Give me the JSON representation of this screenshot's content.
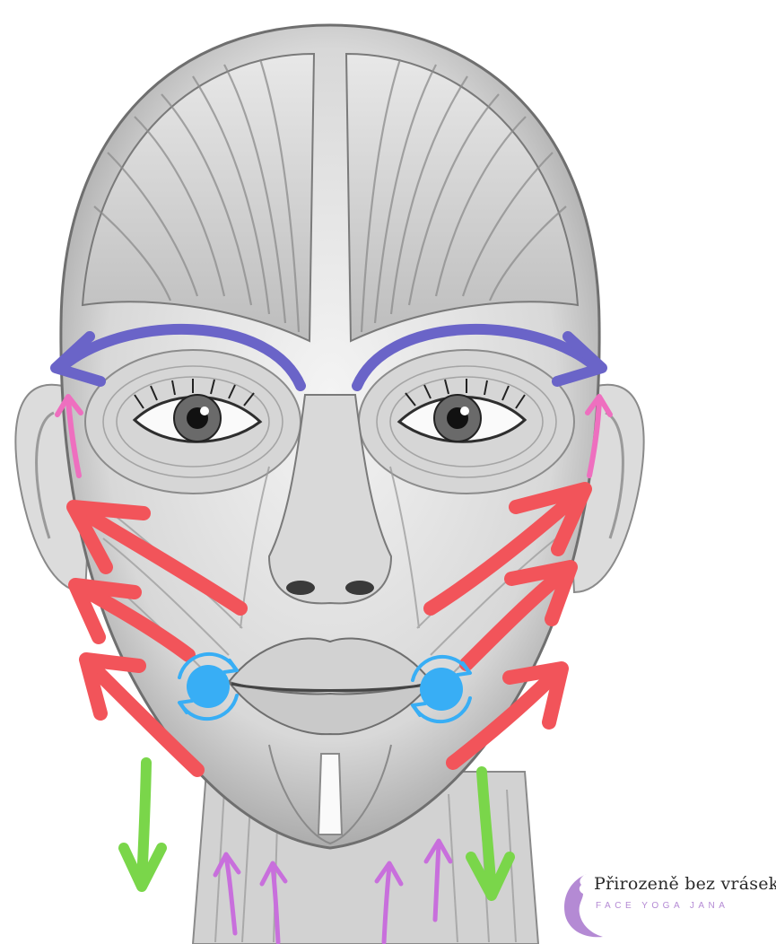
{
  "brand": {
    "name": "Přirozeně bez vrásek",
    "subtitle": "FACE YOGA JANA"
  },
  "colors": {
    "forehead_arrows": "#6a64c8",
    "temple_arrows": "#ee6fbf",
    "cheek_arrows": "#f2545a",
    "lip_points": "#38aef5",
    "neck_down_arrows": "#7ad64a",
    "neck_up_arrows": "#c86fdc",
    "brand_purple": "#b48ad4"
  },
  "icons": {
    "circular_massage": "rotate-icon",
    "logo": "face-profile-logo"
  }
}
